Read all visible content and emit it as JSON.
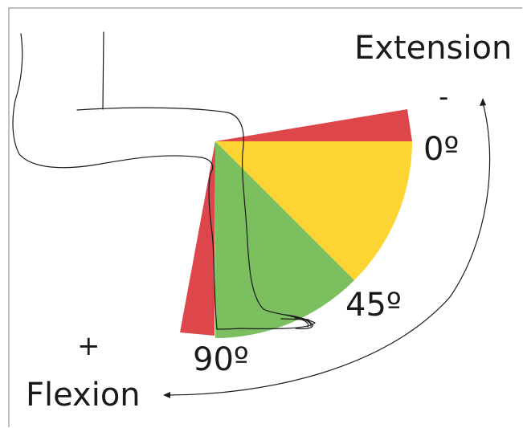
{
  "labels": {
    "extension": "Extension",
    "extension_sign": "-",
    "angle_0": "0º",
    "angle_45": "45º",
    "angle_90": "90º",
    "flexion_sign": "+",
    "flexion": "Flexion"
  },
  "range_angles_deg": [
    0,
    45,
    90
  ],
  "colors": {
    "green_zone": "#7bbf5e",
    "yellow_zone": "#fdd533",
    "red_zone": "#dd474b",
    "outline": "#1a1a1a",
    "frame": "#808080"
  }
}
